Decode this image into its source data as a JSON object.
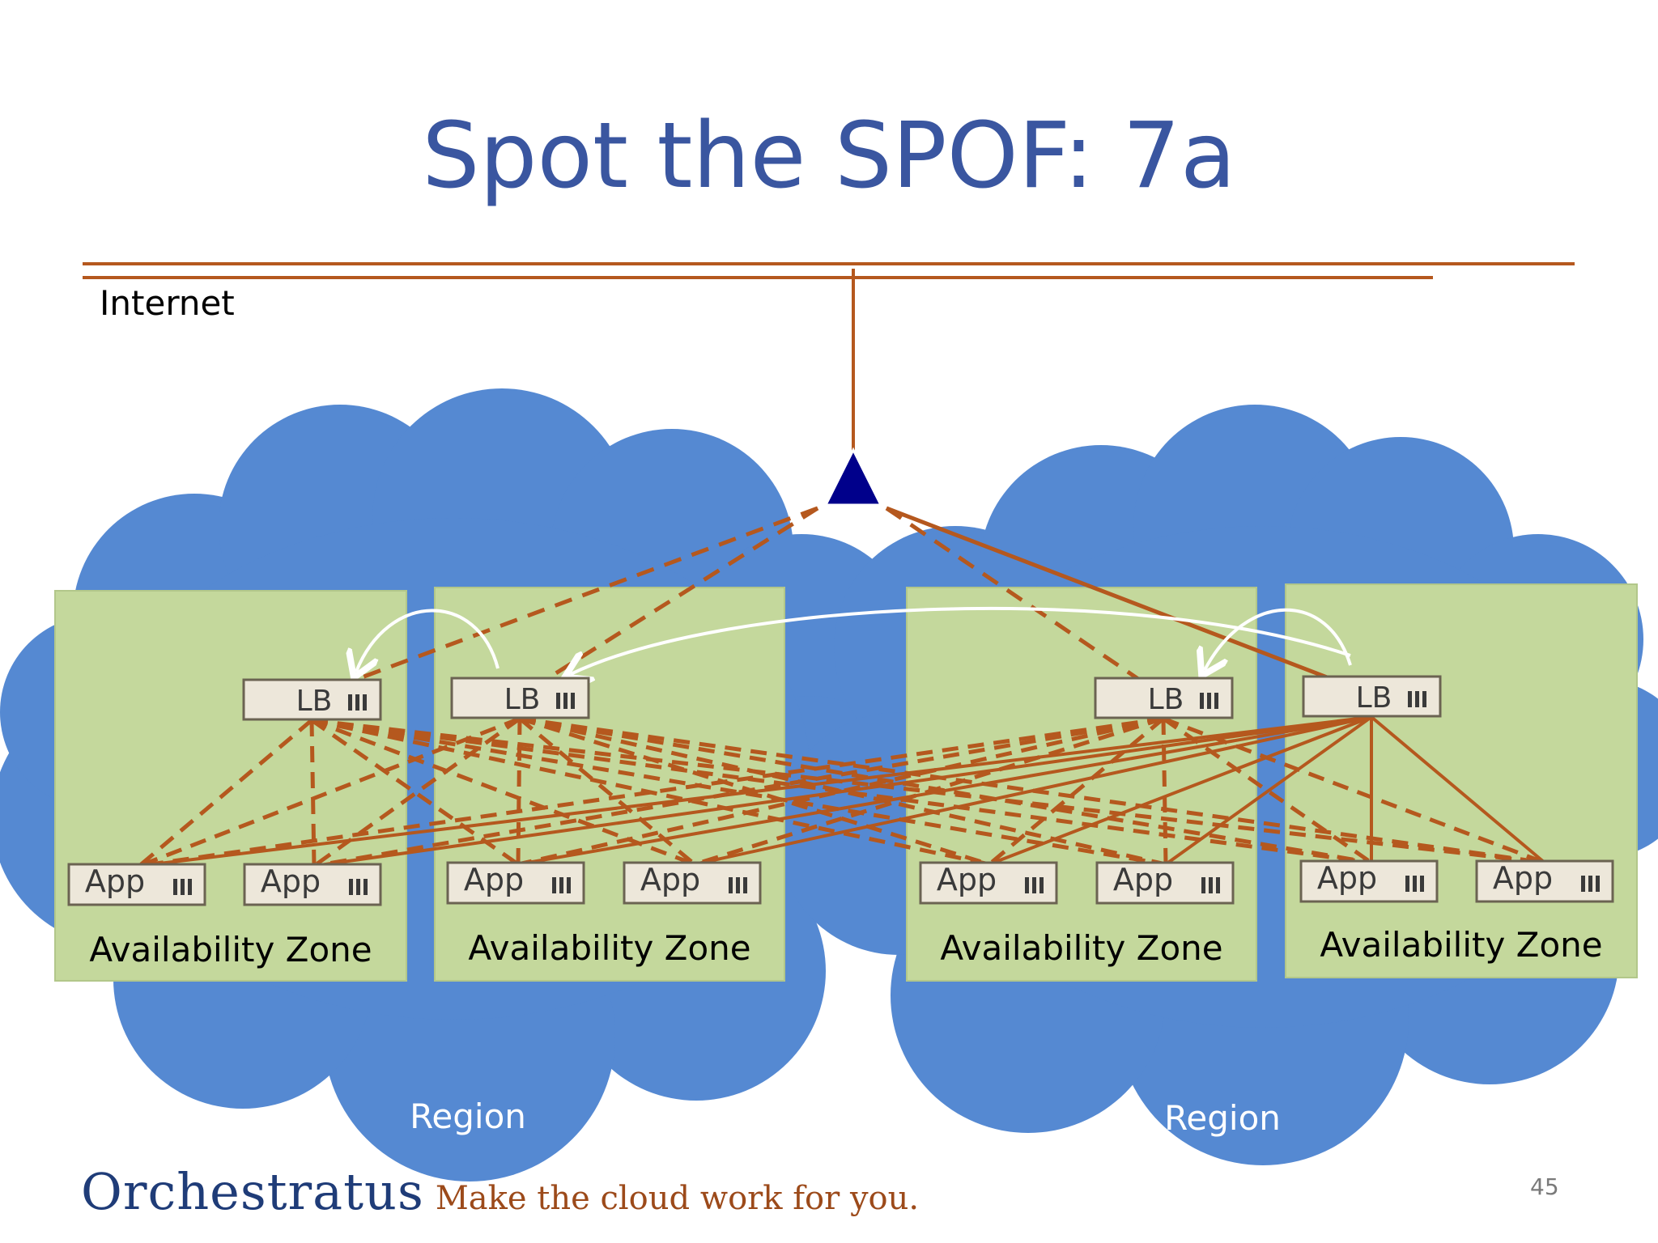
{
  "title": "Spot the SPOF: 7a",
  "internet_label": "Internet",
  "region_label": "Region",
  "zone_label": "Availability Zone",
  "lb_label": "LB",
  "app_label": "App",
  "logo": {
    "name": "Orchestratus",
    "tagline": "Make the cloud work for you."
  },
  "page_number": "45",
  "regions": [
    {
      "label": "Region"
    },
    {
      "label": "Region"
    }
  ],
  "zones": [
    {
      "label": "Availability Zone",
      "lb": "LB",
      "apps": [
        "App",
        "App"
      ]
    },
    {
      "label": "Availability Zone",
      "lb": "LB",
      "apps": [
        "App",
        "App"
      ]
    },
    {
      "label": "Availability Zone",
      "lb": "LB",
      "apps": [
        "App",
        "App"
      ]
    },
    {
      "label": "Availability Zone",
      "lb": "LB",
      "apps": [
        "App",
        "App"
      ]
    }
  ],
  "colors": {
    "title": "#3a56a0",
    "cloud": "#5589d2",
    "zone": "#c4d89c",
    "link": "#b5581e",
    "dns": "#00008b",
    "box": "#ede7da"
  }
}
